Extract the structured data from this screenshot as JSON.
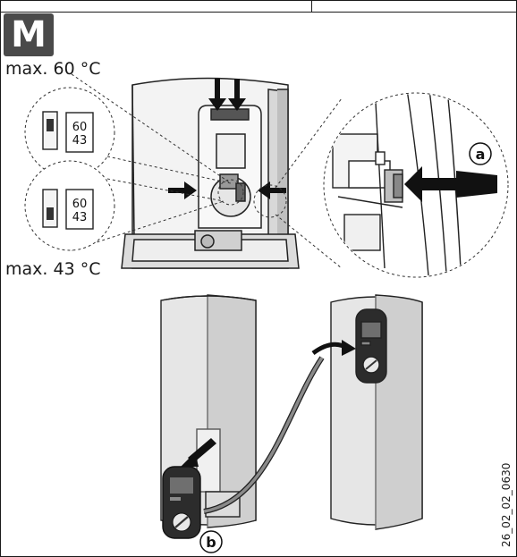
{
  "header": {
    "step_badge": "M"
  },
  "labels": {
    "temp_max_60": "max. 60 °C",
    "temp_max_43": "max. 43 °C"
  },
  "switch_panels": {
    "top": {
      "value_a": "60",
      "value_b": "43"
    },
    "bottom": {
      "value_a": "60",
      "value_b": "43"
    }
  },
  "callouts": {
    "a": "a",
    "b": "b"
  },
  "document_id": "26_02_02_0630"
}
